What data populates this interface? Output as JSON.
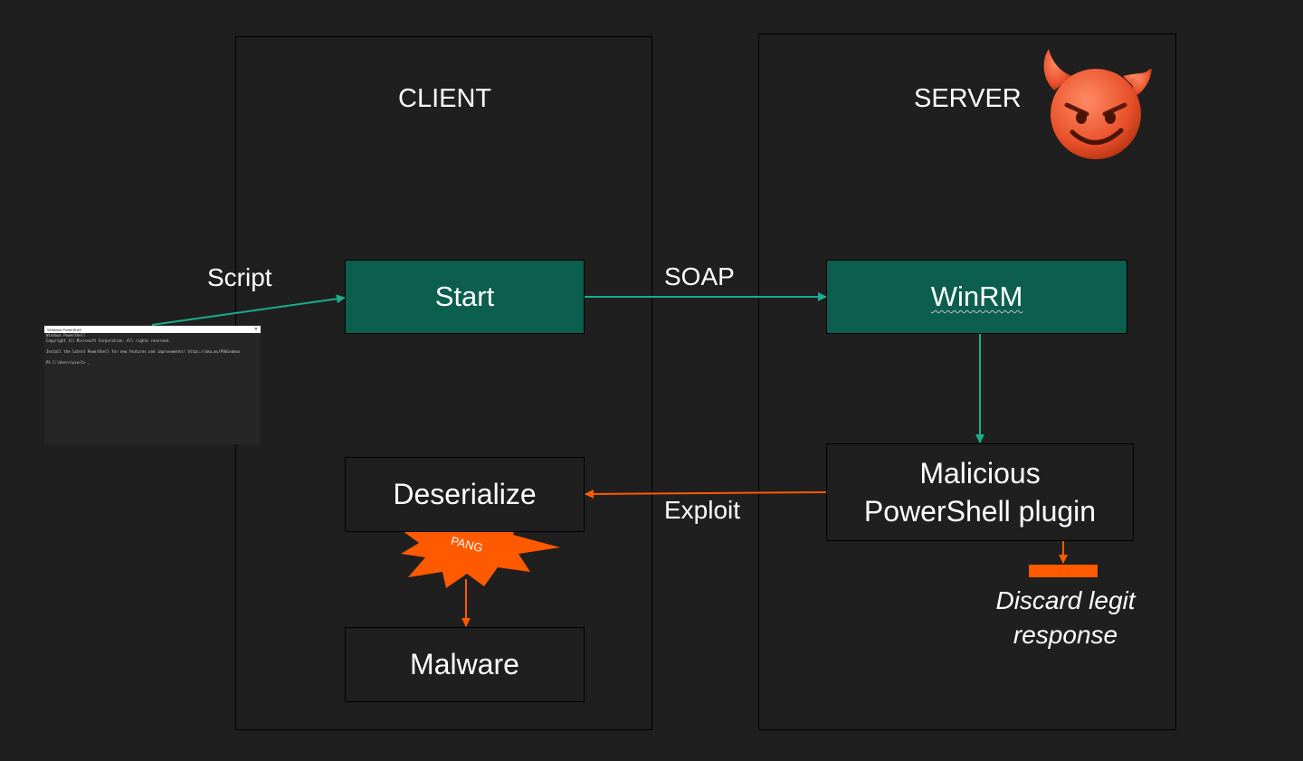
{
  "panels": {
    "client": {
      "title": "CLIENT"
    },
    "server": {
      "title": "SERVER"
    }
  },
  "nodes": {
    "start": "Start",
    "winrm": "WinRM",
    "plugin_line1": "Malicious",
    "plugin_line2": "PowerShell plugin",
    "deserialize": "Deserialize",
    "malware": "Malware"
  },
  "edges": {
    "script": "Script",
    "soap": "SOAP",
    "exploit": "Exploit"
  },
  "annotations": {
    "pang": "PANG",
    "discard_line1": "Discard legit",
    "discard_line2": "response"
  },
  "terminal": {
    "window_title": "Windows PowerShell",
    "close_glyph": "✕",
    "lines": [
      "Windows PowerShell",
      "Copyright (C) Microsoft Corporation. All rights reserved.",
      "",
      "Install the latest PowerShell for new features and improvements! https://aka.ms/PSWindows",
      "",
      "PS C:\\Users\\user1> _"
    ]
  },
  "colors": {
    "background": "#1f1f1f",
    "node_green": "#0c5e4e",
    "arrow_teal": "#1aae8a",
    "arrow_orange": "#ff5a00"
  },
  "icons": {
    "devil": "smiling-face-with-horns-icon",
    "explosion": "explosion-burst-icon"
  }
}
